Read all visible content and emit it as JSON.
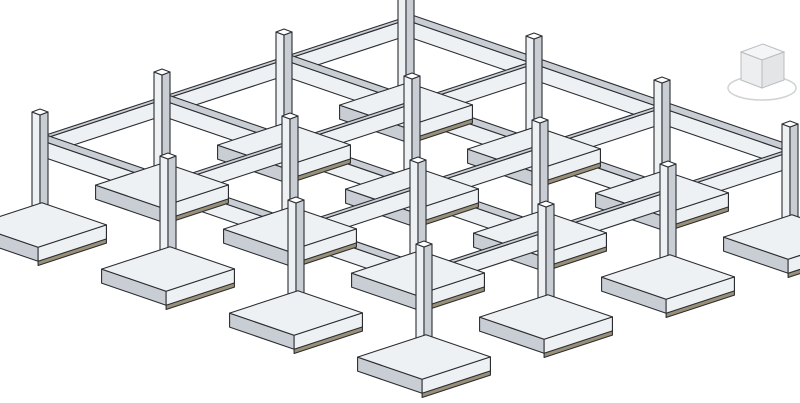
{
  "viewport": {
    "view_type": "3D structural model view",
    "background_color": "#ffffff",
    "element_fill": "#eef1f4",
    "element_shade": "#c9ced4",
    "edge_color": "#2a2d31",
    "footing_base_color": "#9a9078"
  },
  "model": {
    "grid_columns": 4,
    "grid_rows": 4
  },
  "viewcube": {
    "icon": "viewcube-navigation-icon",
    "compass_icon": "compass-ring-icon"
  }
}
